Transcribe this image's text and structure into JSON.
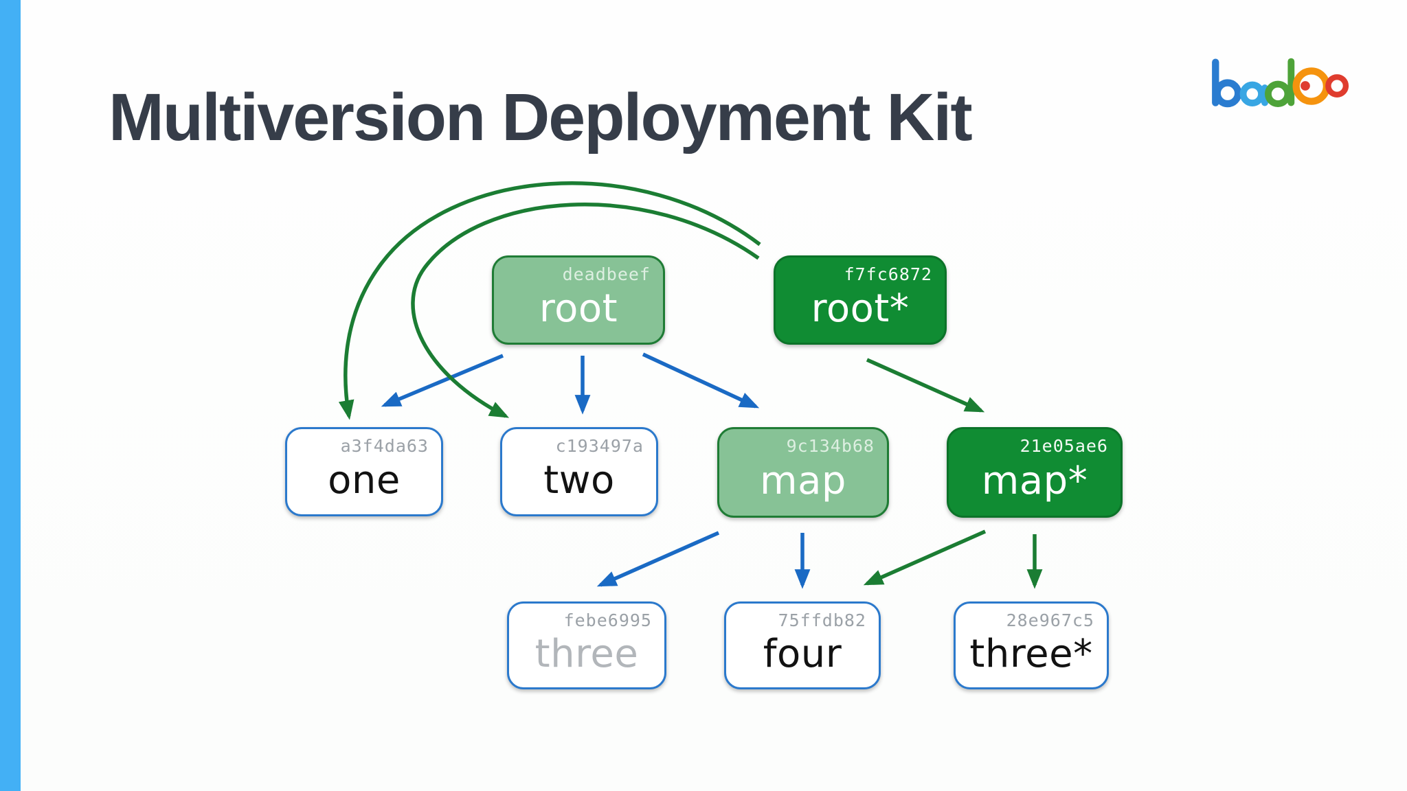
{
  "slide": {
    "title": "Multiversion Deployment Kit",
    "brand": "badoo",
    "accent_bar_color": "#43b0f5",
    "title_color": "#363d49"
  },
  "logo": {
    "name": "badoo-logo",
    "letters": [
      "b",
      "a",
      "d",
      "O",
      "o"
    ],
    "colors": {
      "b": "#2a7cd0",
      "a": "#38a6e3",
      "d": "#4ea339",
      "O_ring": "#f5930e",
      "O_dot": "#df3c2e",
      "o": "#df3c2e"
    }
  },
  "diagram": {
    "nodes": [
      {
        "id": "root",
        "label": "root",
        "hash": "deadbeef",
        "variant": "light-green"
      },
      {
        "id": "root-star",
        "label": "root*",
        "hash": "f7fc6872",
        "variant": "dark-green"
      },
      {
        "id": "one",
        "label": "one",
        "hash": "a3f4da63",
        "variant": "white"
      },
      {
        "id": "two",
        "label": "two",
        "hash": "c193497a",
        "variant": "white"
      },
      {
        "id": "map",
        "label": "map",
        "hash": "9c134b68",
        "variant": "light-green"
      },
      {
        "id": "map-star",
        "label": "map*",
        "hash": "21e05ae6",
        "variant": "dark-green"
      },
      {
        "id": "three",
        "label": "three",
        "hash": "febe6995",
        "variant": "white-dimmed"
      },
      {
        "id": "four",
        "label": "four",
        "hash": "75ffdb82",
        "variant": "white"
      },
      {
        "id": "three-star",
        "label": "three*",
        "hash": "28e967c5",
        "variant": "white"
      }
    ],
    "edges": [
      {
        "from": "root",
        "to": "one",
        "color": "blue",
        "curved": false
      },
      {
        "from": "root",
        "to": "two",
        "color": "blue",
        "curved": false
      },
      {
        "from": "root",
        "to": "map",
        "color": "blue",
        "curved": false
      },
      {
        "from": "root-star",
        "to": "one",
        "color": "green",
        "curved": true
      },
      {
        "from": "root-star",
        "to": "two",
        "color": "green",
        "curved": true
      },
      {
        "from": "root-star",
        "to": "map-star",
        "color": "green",
        "curved": false
      },
      {
        "from": "map",
        "to": "three",
        "color": "blue",
        "curved": false
      },
      {
        "from": "map",
        "to": "four",
        "color": "blue",
        "curved": false
      },
      {
        "from": "map-star",
        "to": "four",
        "color": "green",
        "curved": false
      },
      {
        "from": "map-star",
        "to": "three-star",
        "color": "green",
        "curved": false
      }
    ],
    "colors": {
      "blue_arrow": "#1a6ac4",
      "green_arrow": "#1b7d33",
      "light_green_fill": "#87c296",
      "dark_green_fill": "#108c33",
      "green_border": "#1f7c35",
      "blue_border": "#2b79cc",
      "hash_gray": "#9ba1a7",
      "dimmed_label": "#b2b6ba"
    }
  }
}
